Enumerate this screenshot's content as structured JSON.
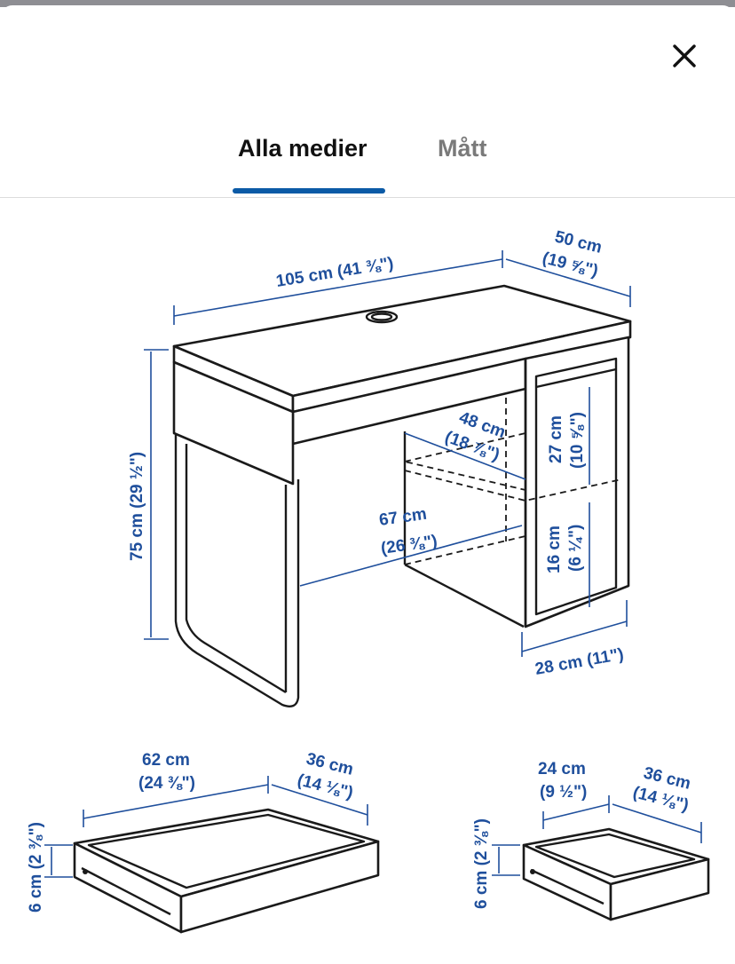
{
  "header": {
    "close_icon": "close-icon"
  },
  "tabs": [
    {
      "label": "Alla medier",
      "active": true
    },
    {
      "label": "Mått",
      "active": false
    }
  ],
  "colors": {
    "accent": "#0b5aa6",
    "dimension": "#1f4f9c"
  },
  "desk": {
    "width": "105 cm (41 ⅜\")",
    "depth_cm": "50 cm",
    "depth_in": "(19 ⅝\")",
    "height": "75 cm (29 ½\")",
    "knee_depth_cm": "48 cm",
    "knee_depth_in": "(18 ⅞\")",
    "knee_width_cm": "67 cm",
    "knee_width_in": "(26 ⅜\")",
    "shelf_upper_cm": "27 cm",
    "shelf_upper_in": "(10 ⅝\")",
    "shelf_lower_cm": "16 cm",
    "shelf_lower_in": "(6 ¼\")",
    "shelf_width": "28 cm (11\")"
  },
  "drawer_large": {
    "width_cm": "62 cm",
    "width_in": "(24 ⅜\")",
    "depth_cm": "36 cm",
    "depth_in": "(14 ⅛\")",
    "height": "6 cm (2 ⅜\")"
  },
  "drawer_small": {
    "width_cm": "24 cm",
    "width_in": "(9 ½\")",
    "depth_cm": "36 cm",
    "depth_in": "(14 ⅛\")",
    "height": "6 cm (2 ⅜\")"
  }
}
